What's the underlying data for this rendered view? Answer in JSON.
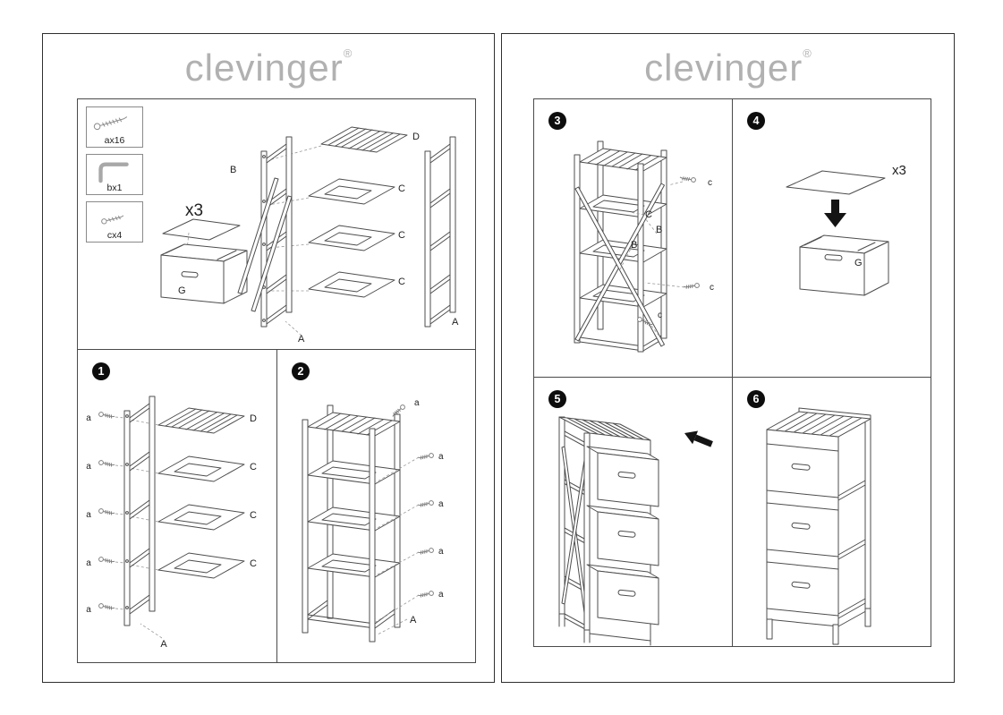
{
  "brand": {
    "name": "clevinger",
    "mark": "®"
  },
  "left": {
    "parts": [
      {
        "label": "ax16"
      },
      {
        "label": "bx1"
      },
      {
        "label": "cx4"
      }
    ],
    "overview": {
      "qty": "x3",
      "g": "G",
      "b": "B",
      "d": "D",
      "c1": "C",
      "c2": "C",
      "c3": "C",
      "a_left": "A",
      "a_right": "A"
    },
    "step1": {
      "num": "1",
      "a1": "a",
      "a2": "a",
      "a3": "a",
      "a4": "a",
      "a5": "a",
      "d": "D",
      "c1": "C",
      "c2": "C",
      "c3": "C",
      "a_frame": "A"
    },
    "step2": {
      "num": "2",
      "a1": "a",
      "a2": "a",
      "a3": "a",
      "a4": "a",
      "a5": "a",
      "a_frame": "A"
    }
  },
  "right": {
    "step3": {
      "num": "3",
      "b1": "B",
      "b2": "B",
      "c_shelf": "C",
      "c1": "c",
      "c2": "c",
      "c3": "c"
    },
    "step4": {
      "num": "4",
      "qty": "x3",
      "g": "G"
    },
    "step5": {
      "num": "5"
    },
    "step6": {
      "num": "6"
    }
  }
}
